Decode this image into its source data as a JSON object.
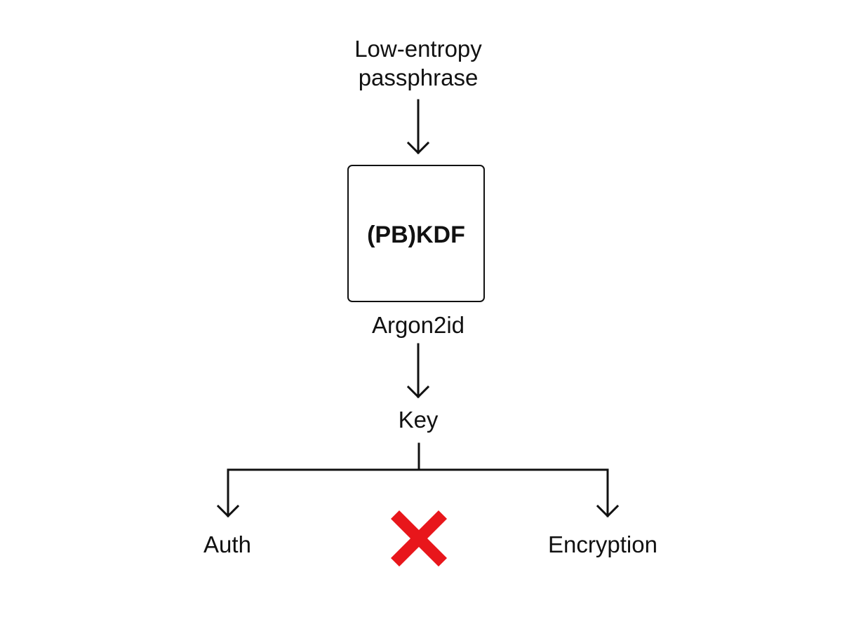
{
  "input": {
    "line1": "Low-entropy",
    "line2": "passphrase"
  },
  "kdf": {
    "label": "(PB)KDF",
    "algorithm": "Argon2id"
  },
  "key": {
    "label": "Key"
  },
  "outputs": {
    "left": "Auth",
    "right": "Encryption"
  },
  "colors": {
    "line": "#111111",
    "cross": "#e8161b"
  },
  "icons": {
    "cross": "red-cross-icon"
  }
}
